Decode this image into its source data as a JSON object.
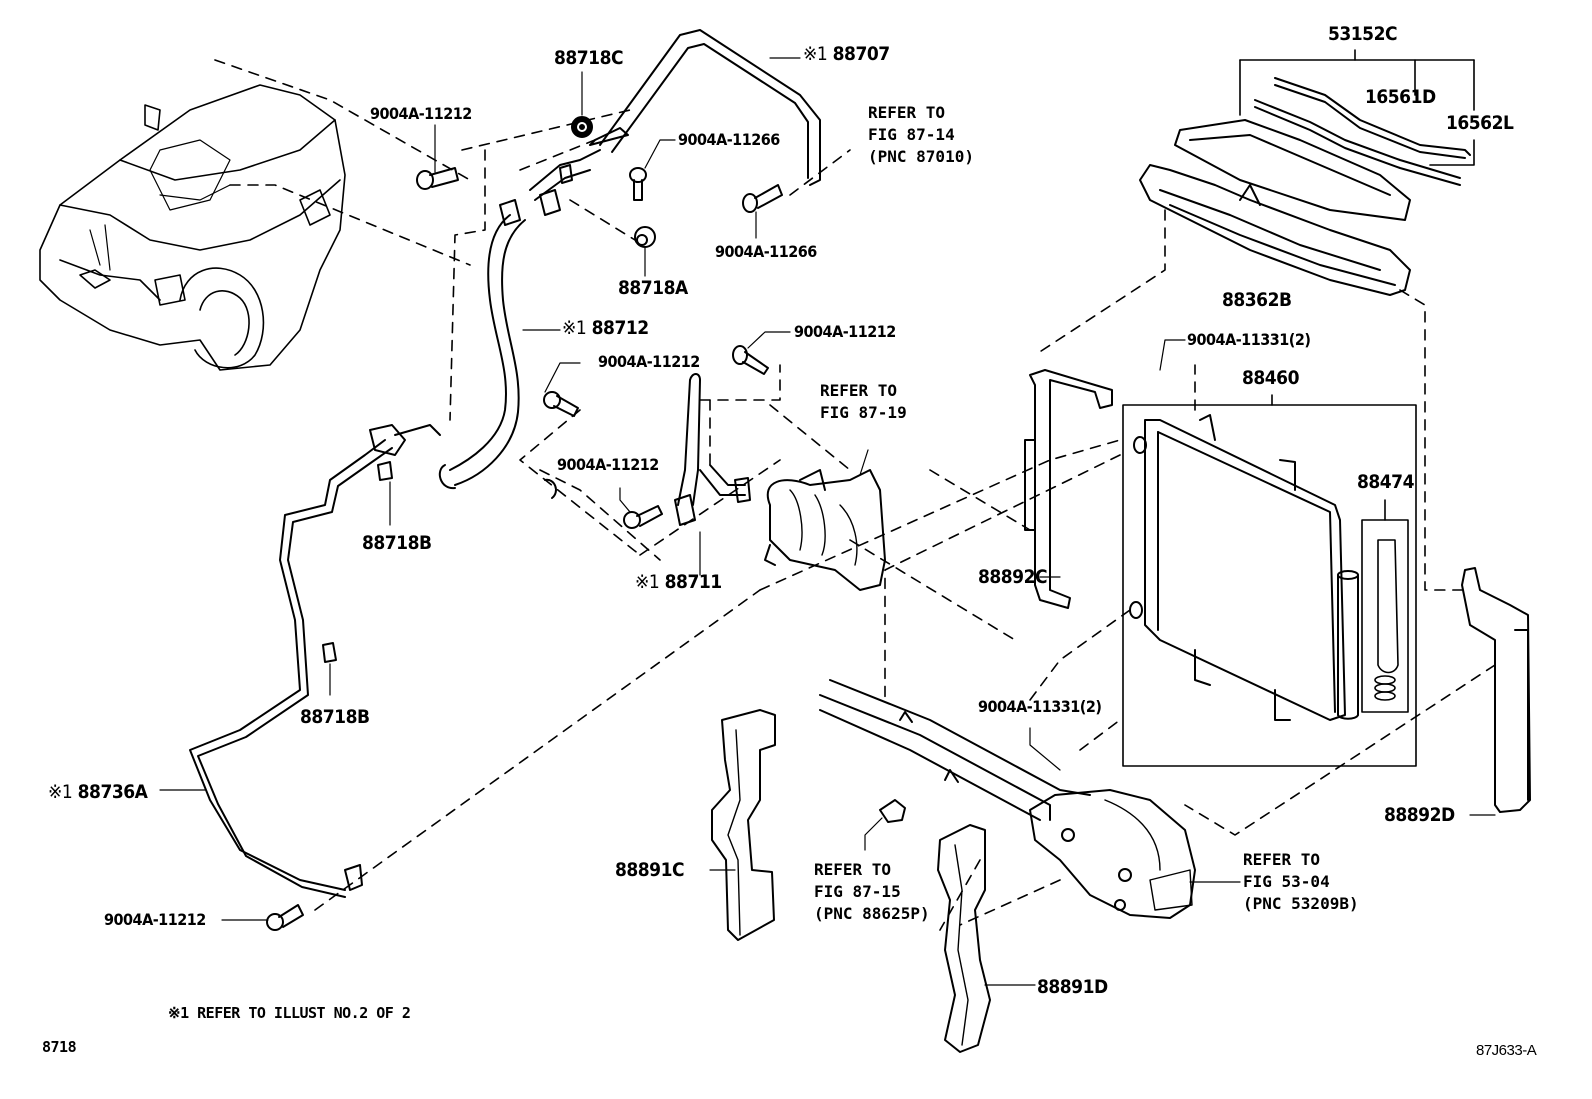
{
  "diagram": {
    "title_code": "8718",
    "illustration_id": "87J633-A",
    "footnote": "※1 REFER TO ILLUST NO.2 OF 2",
    "ref_mark": "※1",
    "parts": {
      "p88718C": "88718C",
      "p88707": "88707",
      "p9004A_11212_top": "9004A-11212",
      "p9004A_11266_a": "9004A-11266",
      "p9004A_11266_b": "9004A-11266",
      "p88718A": "88718A",
      "p88712": "88712",
      "p9004A_11212_mid1": "9004A-11212",
      "p9004A_11212_mid2": "9004A-11212",
      "p9004A_11212_mid3": "9004A-11212",
      "p88718B_a": "88718B",
      "p88718B_b": "88718B",
      "p88711": "88711",
      "p88736A": "88736A",
      "p9004A_11212_bottom": "9004A-11212",
      "p53152C": "53152C",
      "p16561D": "16561D",
      "p16562L": "16562L",
      "p88362B": "88362B",
      "p9004A_11331_top": "9004A-11331(2)",
      "p88460": "88460",
      "p88474": "88474",
      "p88892C": "88892C",
      "p9004A_11331_bottom": "9004A-11331(2)",
      "p88892D": "88892D",
      "p88891C": "88891C",
      "p88891D": "88891D"
    },
    "references": {
      "fig87_14": [
        "REFER TO",
        "FIG 87-14",
        "(PNC 87010)"
      ],
      "fig87_19": [
        "REFER TO",
        "FIG 87-19"
      ],
      "fig87_15": [
        "REFER TO",
        "FIG 87-15",
        "(PNC 88625P)"
      ],
      "fig53_04": [
        "REFER TO",
        "FIG 53-04",
        "(PNC 53209B)"
      ]
    }
  }
}
